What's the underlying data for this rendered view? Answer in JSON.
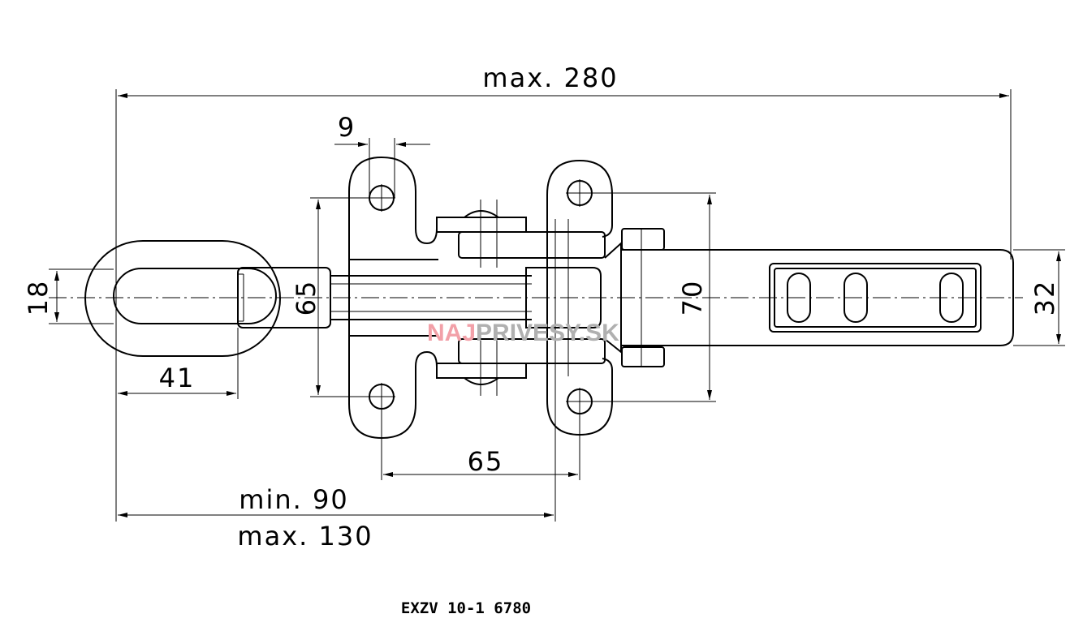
{
  "dimensions": {
    "overall_length": "max. 280",
    "hole_diameter": "9",
    "eye_height": "18",
    "mount_height": "65",
    "plate_height": "70",
    "bar_height": "32",
    "eye_length": "41",
    "hole_spacing": "65",
    "min_length": "min. 90",
    "max_length": "max. 130"
  },
  "part_code": "EXZV 10-1 6780",
  "watermark": {
    "part1": "NAJ",
    "part2": "PRIVESY",
    "part3": ".SK",
    "color_red": "#f2a0a8",
    "color_gray": "#b0b0b0"
  }
}
